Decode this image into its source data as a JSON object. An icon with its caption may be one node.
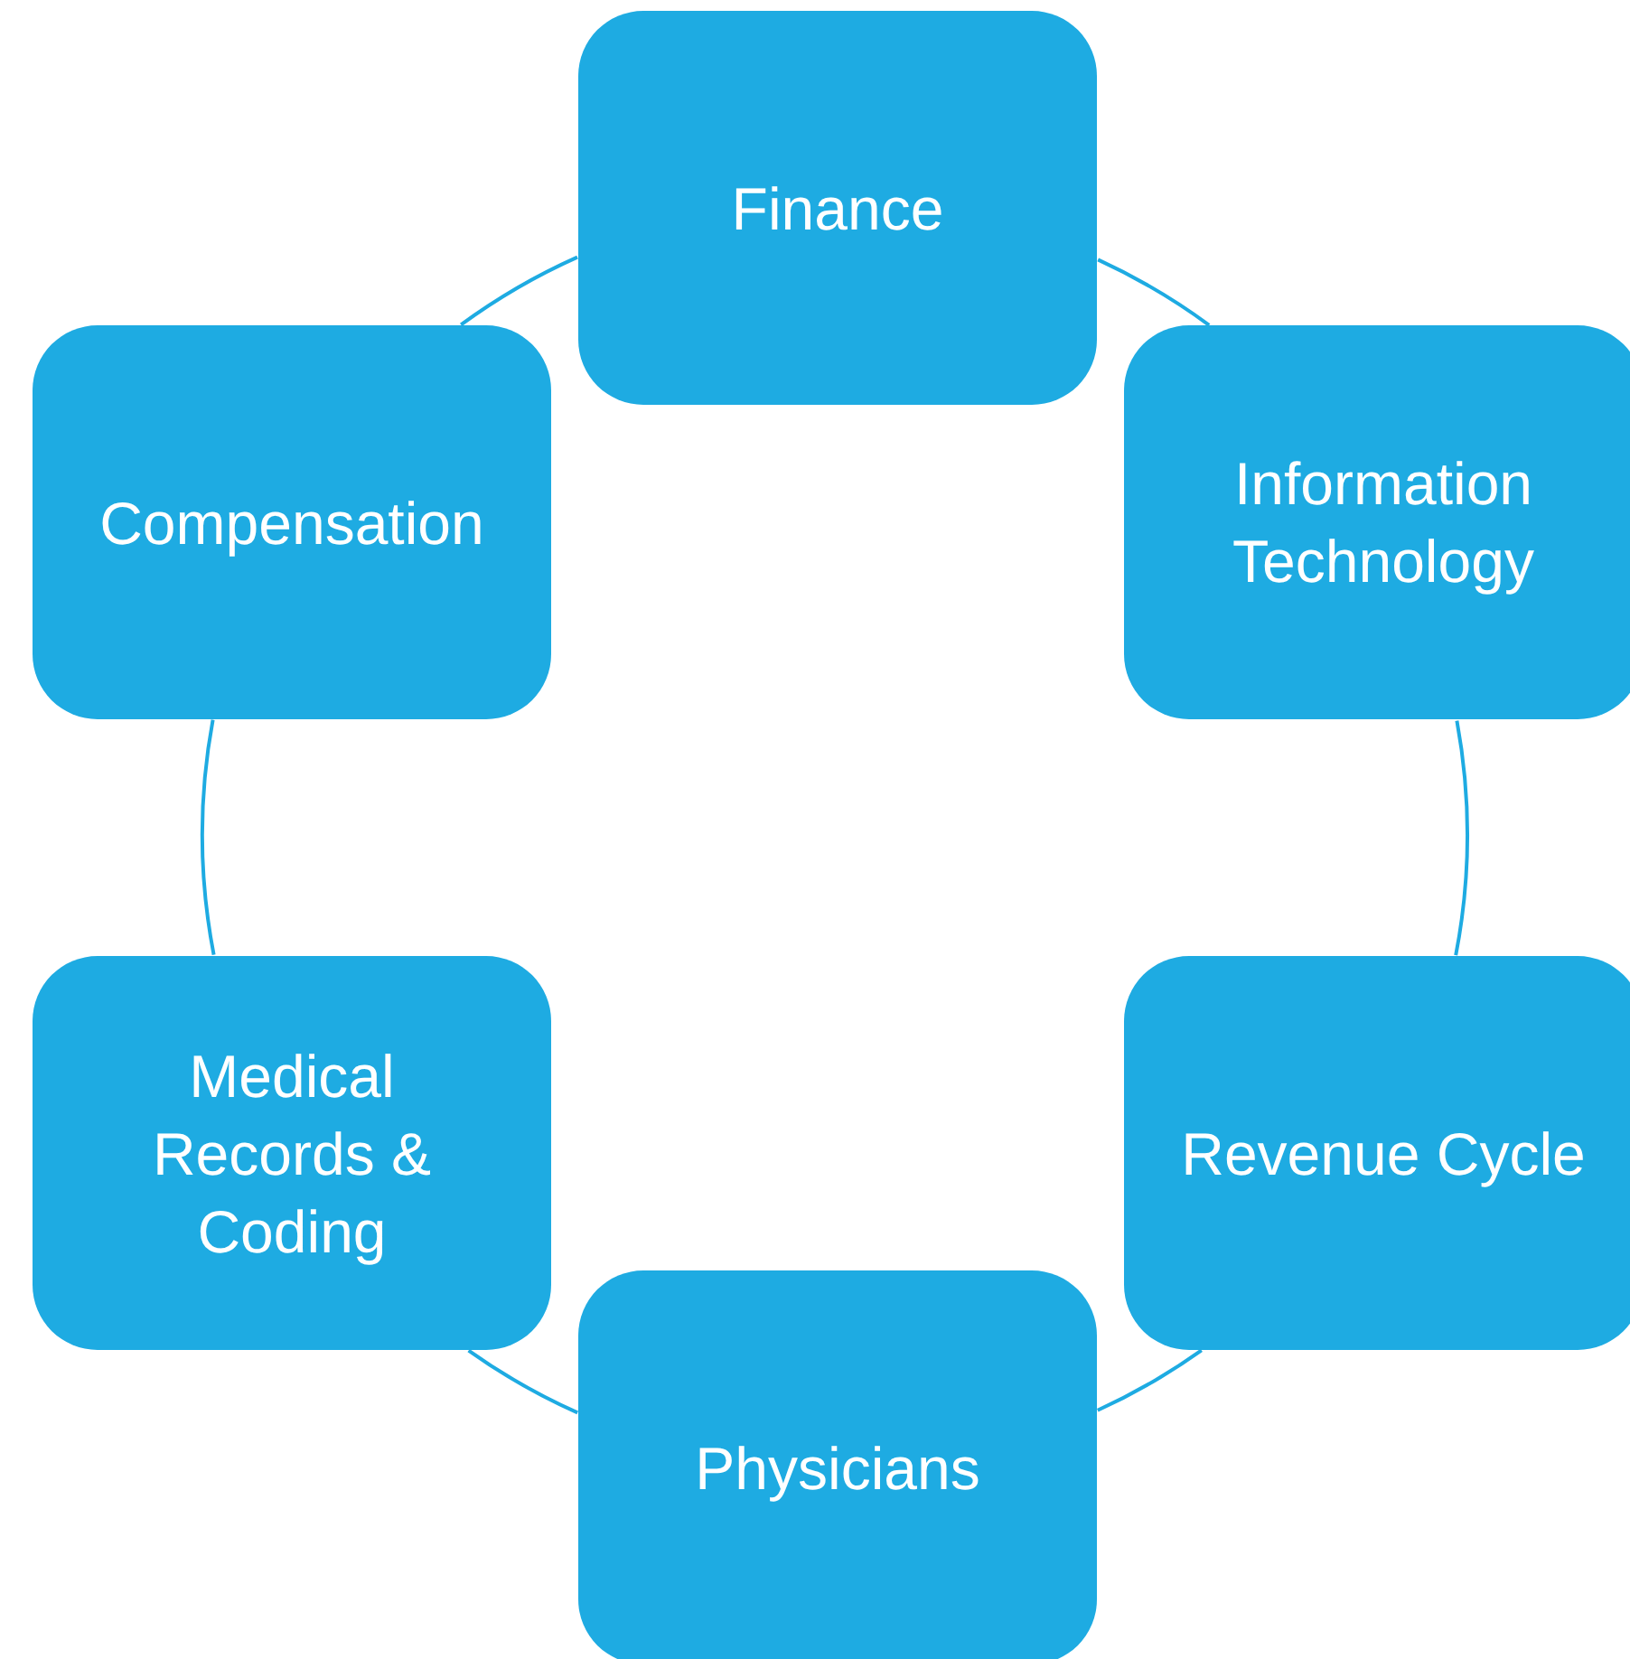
{
  "diagram": {
    "nodes": [
      {
        "text": [
          "Finance"
        ]
      },
      {
        "text": [
          "Information Technology"
        ]
      },
      {
        "text": [
          "Revenue Cycle"
        ]
      },
      {
        "text": [
          "Physicians"
        ]
      },
      {
        "text": [
          "Medical Records & Coding"
        ]
      },
      {
        "text": [
          "Compensation"
        ]
      }
    ],
    "edges": [
      {
        "from": 0,
        "to": 1,
        "arrow": "none"
      },
      {
        "from": 1,
        "to": 2,
        "arrow": "none"
      },
      {
        "from": 2,
        "to": 3,
        "arrow": "none"
      },
      {
        "from": 3,
        "to": 4,
        "arrow": "none"
      },
      {
        "from": 4,
        "to": 5,
        "arrow": "none"
      },
      {
        "from": 5,
        "to": 0,
        "arrow": "none"
      }
    ]
  }
}
